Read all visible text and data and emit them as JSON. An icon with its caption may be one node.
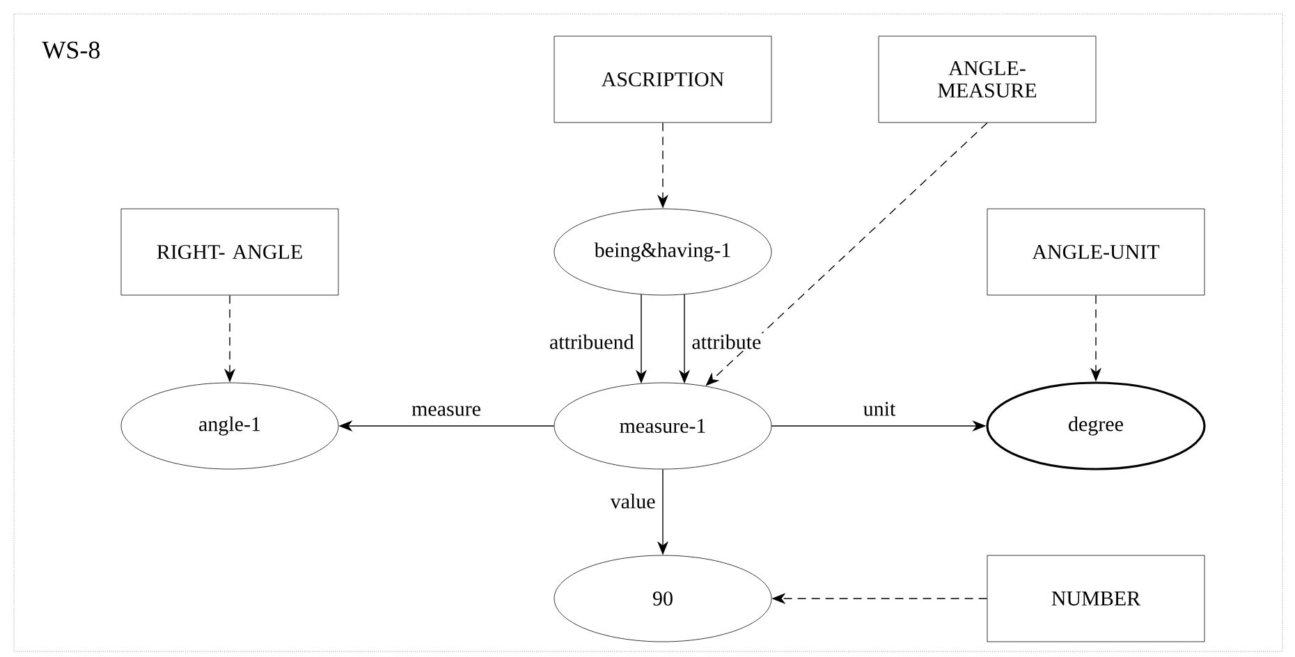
{
  "diagram": {
    "title": "WS-8",
    "nodes": [
      {
        "text": [
          "ASCRIPTION"
        ]
      },
      {
        "text": [
          "ANGLE- MEASURE"
        ]
      },
      {
        "text": [
          "RIGHT- ANGLE"
        ]
      },
      {
        "text": [
          "being&having-1"
        ]
      },
      {
        "text": [
          "ANGLE-UNIT"
        ]
      },
      {
        "text": [
          "angle-1"
        ]
      },
      {
        "text": [
          "measure-1"
        ]
      },
      {
        "text": [
          "degree"
        ]
      },
      {
        "text": [
          "90"
        ]
      },
      {
        "text": [
          "NUMBER"
        ]
      }
    ],
    "edges": [
      {
        "from": 0,
        "to": 3,
        "arrow": "to",
        "style": "dashed"
      },
      {
        "from": 2,
        "to": 5,
        "arrow": "to",
        "style": "dashed"
      },
      {
        "from": 4,
        "to": 7,
        "arrow": "to",
        "style": "dashed"
      },
      {
        "from": 1,
        "to": 6,
        "arrow": "to",
        "style": "dashed"
      },
      {
        "from": 3,
        "to": 6,
        "arrow": "to",
        "label": "attribuend"
      },
      {
        "from": 3,
        "to": 6,
        "arrow": "to",
        "label": "attribute"
      },
      {
        "from": 6,
        "to": 5,
        "arrow": "to",
        "label": "measure"
      },
      {
        "from": 6,
        "to": 7,
        "arrow": "to",
        "label": "unit"
      },
      {
        "from": 6,
        "to": 8,
        "arrow": "to",
        "label": "value"
      },
      {
        "from": 9,
        "to": 8,
        "arrow": "to",
        "style": "dashed"
      }
    ]
  }
}
